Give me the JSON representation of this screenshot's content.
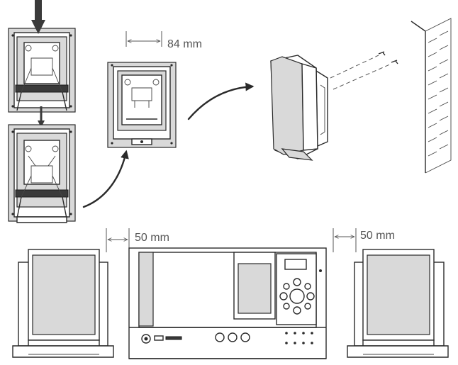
{
  "labels": {
    "bracket_spacing": "84 mm",
    "left_clearance": "50 mm",
    "right_clearance": "50 mm"
  }
}
